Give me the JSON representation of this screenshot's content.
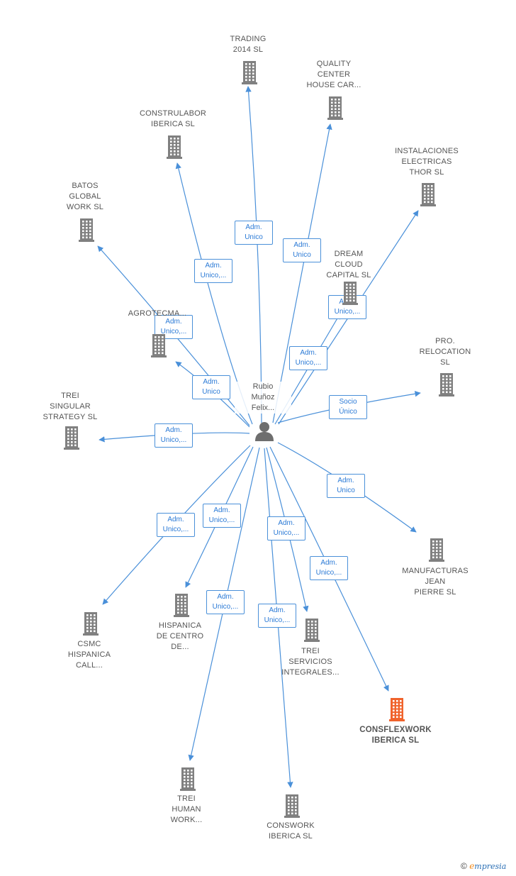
{
  "center": {
    "label": "Rubio\nMuñoz\nFelix..."
  },
  "colors": {
    "edge": "#4a90d9",
    "building": "#808080",
    "highlight": "#f0632c"
  },
  "companies": [
    {
      "id": "trading",
      "label": "TRADING\n2014  SL"
    },
    {
      "id": "quality",
      "label": "QUALITY\nCENTER\nHOUSE CAR..."
    },
    {
      "id": "construlabor",
      "label": "CONSTRULABOR\nIBERICA  SL"
    },
    {
      "id": "instalaciones",
      "label": "INSTALACIONES\nELECTRICAS\nTHOR  SL"
    },
    {
      "id": "batos",
      "label": "BATOS\nGLOBAL\nWORK  SL"
    },
    {
      "id": "dream",
      "label": "DREAM\nCLOUD\nCAPITAL  SL"
    },
    {
      "id": "agrotecma",
      "label": "AGROTECMA..."
    },
    {
      "id": "pro",
      "label": "PRO.\nRELOCATION\nSL"
    },
    {
      "id": "trei_singular",
      "label": "TREI\nSINGULAR\nSTRATEGY  SL"
    },
    {
      "id": "manufacturas",
      "label": "MANUFACTURAS\nJEAN\nPIERRE SL"
    },
    {
      "id": "csmc",
      "label": "CSMC\nHISPANICA\nCALL..."
    },
    {
      "id": "hispanica",
      "label": "HISPANICA\nDE CENTRO\nDE..."
    },
    {
      "id": "trei_servicios",
      "label": "TREI\nSERVICIOS\nINTEGRALES..."
    },
    {
      "id": "consflexwork",
      "label": "CONSFLEXWORK\nIBERICA  SL",
      "highlight": true
    },
    {
      "id": "trei_human",
      "label": "TREI\nHUMAN\nWORK..."
    },
    {
      "id": "conswork",
      "label": "CONSWORK\nIBERICA  SL"
    }
  ],
  "relations": [
    {
      "to": "trading",
      "label": "Adm.\nUnico"
    },
    {
      "to": "quality",
      "label": "Adm.\nUnico"
    },
    {
      "to": "construlabor",
      "label": "Adm.\nUnico,..."
    },
    {
      "to": "instalaciones",
      "label": "Adm.\nUnico,..."
    },
    {
      "to": "batos",
      "label": "Adm.\nUnico,..."
    },
    {
      "to": "dream",
      "label": "Adm.\nUnico,..."
    },
    {
      "to": "agrotecma",
      "label": "Adm.\nUnico"
    },
    {
      "to": "pro",
      "label": "Socio\nÚnico"
    },
    {
      "to": "trei_singular",
      "label": "Adm.\nUnico,..."
    },
    {
      "to": "manufacturas",
      "label": "Adm.\nUnico"
    },
    {
      "to": "csmc",
      "label": "Adm.\nUnico,..."
    },
    {
      "to": "hispanica",
      "label": "Adm.\nUnico,..."
    },
    {
      "to": "trei_servicios",
      "label": "Adm.\nUnico,..."
    },
    {
      "to": "consflexwork",
      "label": "Adm.\nUnico,..."
    },
    {
      "to": "trei_human",
      "label": "Adm.\nUnico,..."
    },
    {
      "to": "conswork",
      "label": "Adm.\nUnico,..."
    }
  ],
  "footer": {
    "copyright": "©",
    "brand_initial": "e",
    "brand_rest": "mpresia"
  }
}
